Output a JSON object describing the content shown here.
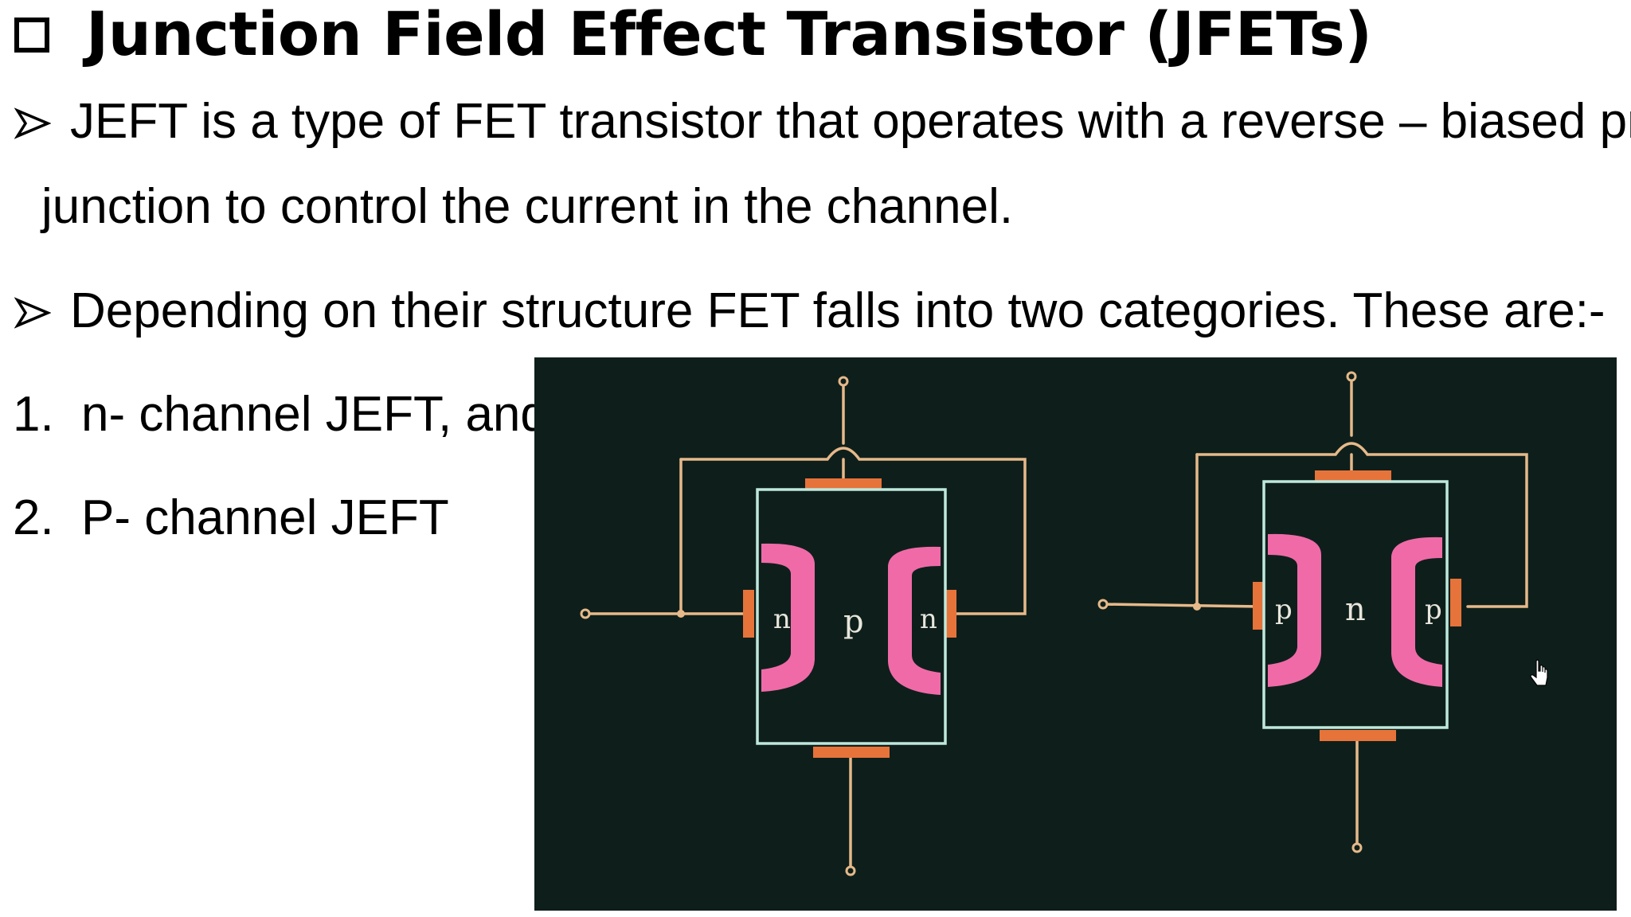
{
  "title": "Junction Field Effect Transistor (JFETs)",
  "bullets": {
    "b1_line1": "JEFT is a type of FET transistor that operates with a reverse – biased pn",
    "b1_line2": "junction to control the current in the channel.",
    "b2": "Depending on their structure FET falls into two categories. These are:-"
  },
  "list": [
    {
      "num": "1.",
      "text": "n- channel JEFT, and"
    },
    {
      "num": "2.",
      "text": "P- channel JEFT"
    }
  ],
  "diagram": {
    "left": {
      "gate_region": "n",
      "channel": "p"
    },
    "right": {
      "gate_region": "p",
      "channel": "n"
    }
  },
  "colors": {
    "diagram_bg": "#0e1f1b",
    "wire": "#e6b98a",
    "body_outline": "#bfe8dc",
    "gate_region": "#f06aa8",
    "contact": "#e6733a"
  }
}
